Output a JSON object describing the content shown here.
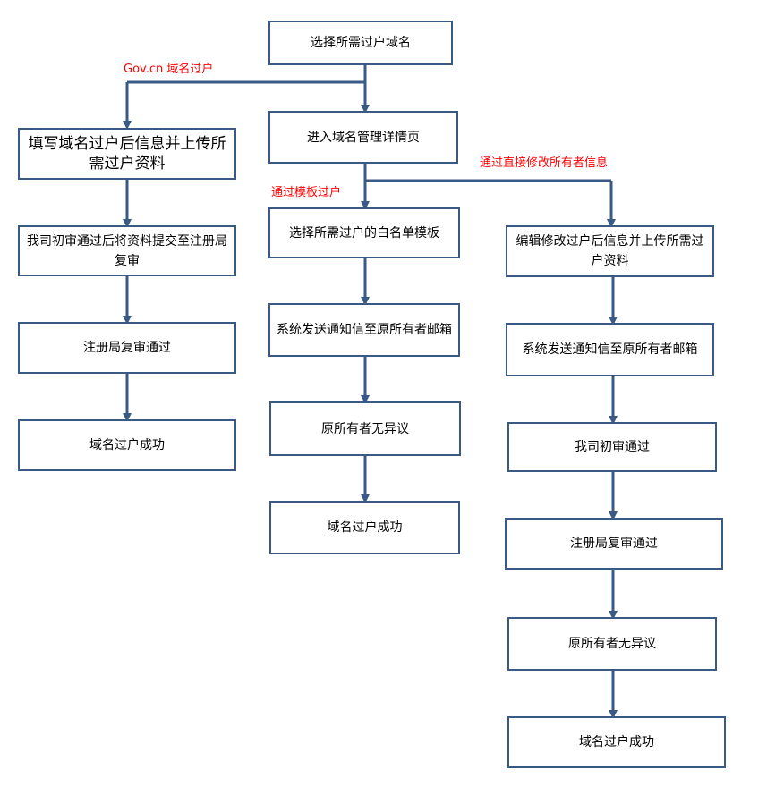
{
  "colors": {
    "arrow": "#3a5a86",
    "box_border": "#3a5a86",
    "label": "#ff0000",
    "text": "#000000"
  },
  "labels": {
    "gov_cn": "Gov.cn 域名过户",
    "template": "通过模板过户",
    "direct_edit": "通过直接修改所有者信息"
  },
  "nodes": {
    "select_domain": "选择所需过户域名",
    "enter_manage": "进入域名管理详情页",
    "left_fill_upload": "填写域名过户后信息并上传所需过户资料",
    "left_submit_registry": "我司初审通过后将资料提交至注册局复审",
    "left_registry_pass": "注册局复审通过",
    "left_success": "域名过户成功",
    "mid_select_template": "选择所需过户的白名单模板",
    "mid_send_email": "系统发送通知信至原所有者邮箱",
    "mid_no_objection": "原所有者无异议",
    "mid_success": "域名过户成功",
    "right_edit_upload": "编辑修改过户后信息并上传所需过户资料",
    "right_send_email": "系统发送通知信至原所有者邮箱",
    "right_first_review": "我司初审通过",
    "right_registry_pass": "注册局复审通过",
    "right_no_objection": "原所有者无异议",
    "right_success": "域名过户成功"
  }
}
